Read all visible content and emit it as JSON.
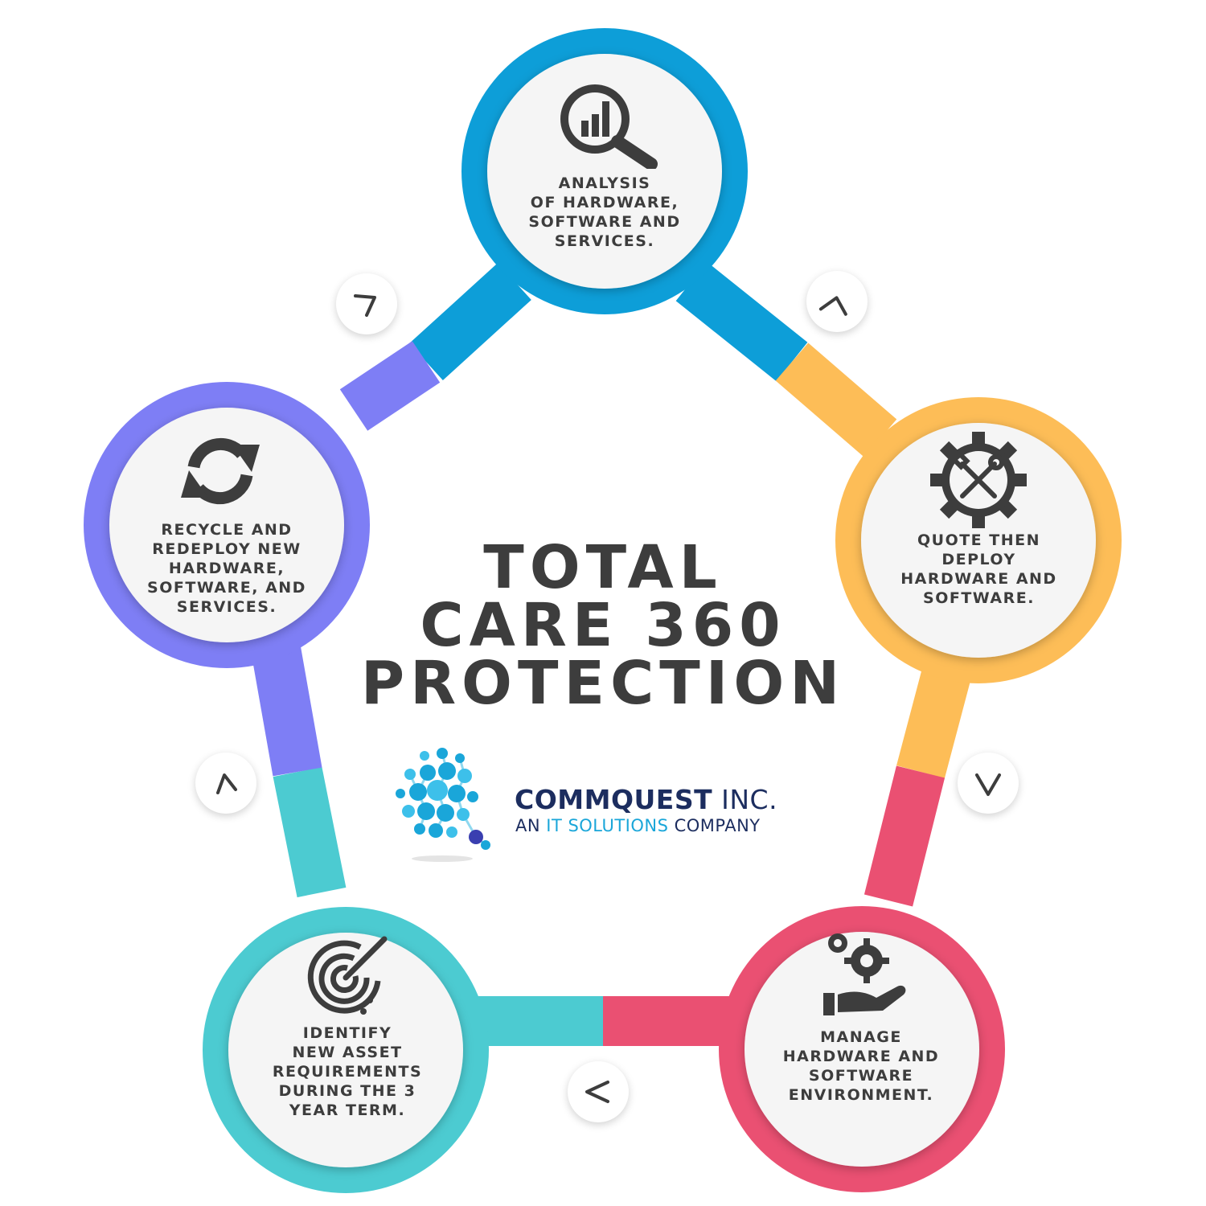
{
  "title": "TOTAL\nCARE 360\nPROTECTION",
  "colors": {
    "blue": "#0d9ed8",
    "orange": "#fdbd57",
    "red": "#ea5072",
    "teal": "#4ccbd1",
    "purple": "#7e7ef5",
    "text": "#3d3d3d",
    "brand_navy": "#1c2d5f",
    "brand_cyan": "#1aa6d9"
  },
  "steps": [
    {
      "id": "analysis",
      "color": "blue",
      "icon": "magnifier-chart-icon",
      "text": "ANALYSIS\nOF HARDWARE,\nSOFTWARE AND\nSERVICES."
    },
    {
      "id": "quote",
      "color": "orange",
      "icon": "gear-tools-icon",
      "text": "QUOTE THEN\nDEPLOY\nHARDWARE AND\nSOFTWARE."
    },
    {
      "id": "manage",
      "color": "red",
      "icon": "hand-gears-icon",
      "text": "MANAGE\nHARDWARE AND\nSOFTWARE\nENVIRONMENT."
    },
    {
      "id": "identify",
      "color": "teal",
      "icon": "target-icon",
      "text": "IDENTIFY\nNEW ASSET\nREQUIREMENTS\nDURING THE 3\nYEAR TERM."
    },
    {
      "id": "recycle",
      "color": "purple",
      "icon": "refresh-arrows-icon",
      "text": "RECYCLE AND\nREDEPLOY NEW\nHARDWARE,\nSOFTWARE, AND\nSERVICES."
    }
  ],
  "arrows": [
    {
      "id": "top-right",
      "icon": "chevron-arrow-icon"
    },
    {
      "id": "right",
      "icon": "chevron-arrow-icon"
    },
    {
      "id": "bottom",
      "icon": "chevron-arrow-icon"
    },
    {
      "id": "left",
      "icon": "chevron-arrow-icon"
    },
    {
      "id": "top-left",
      "icon": "chevron-arrow-icon"
    }
  ],
  "logo": {
    "name_bold": "COMMQUEST",
    "name_light": " INC.",
    "tag_start": "AN ",
    "tag_accent": "IT SOLUTIONS",
    "tag_end": " COMPANY",
    "icon": "molecule-logo-icon"
  }
}
